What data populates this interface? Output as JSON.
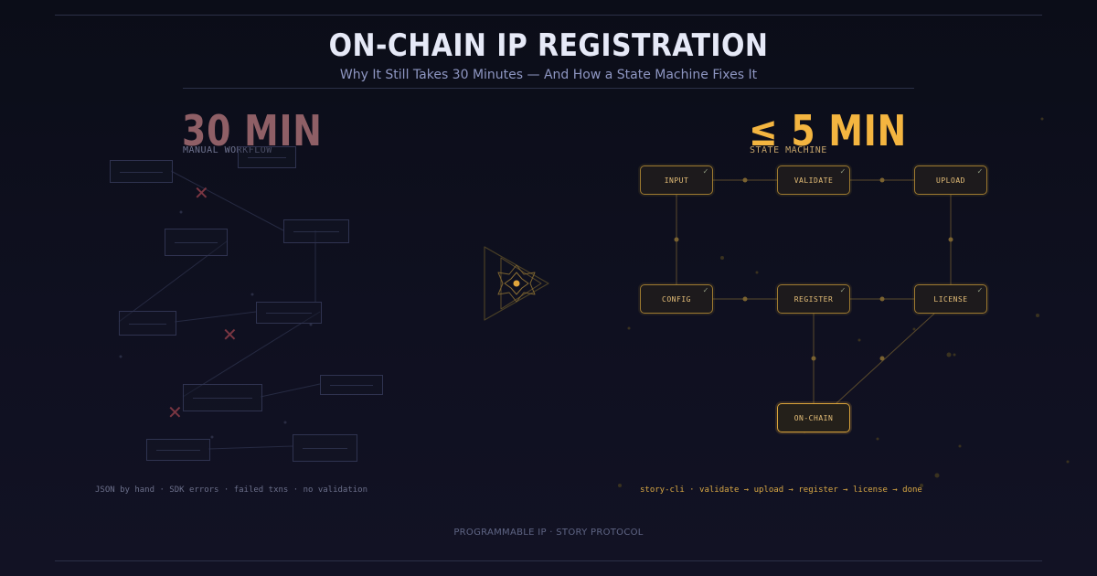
{
  "header": {
    "title": "ON-CHAIN IP REGISTRATION",
    "subtitle": "Why It Still Takes 30 Minutes — And How a State Machine Fixes It"
  },
  "manual": {
    "duration": "30 MIN",
    "caption": "MANUAL WORKFLOW",
    "footer": "JSON by hand · SDK errors · failed txns · no validation"
  },
  "state_machine": {
    "duration": "≤ 5 MIN",
    "caption": "STATE MACHINE",
    "footer": "story-cli · validate → upload → register → license → done",
    "nodes": [
      "INPUT",
      "VALIDATE",
      "UPLOAD",
      "CONFIG",
      "REGISTER",
      "LICENSE",
      "ON-CHAIN"
    ]
  },
  "footer": {
    "brand": "PROGRAMMABLE IP · STORY PROTOCOL"
  },
  "colors": {
    "accent": "#f4b540",
    "manual": "#8f5f66",
    "error": "#7a3642",
    "background": "#0f1020"
  }
}
